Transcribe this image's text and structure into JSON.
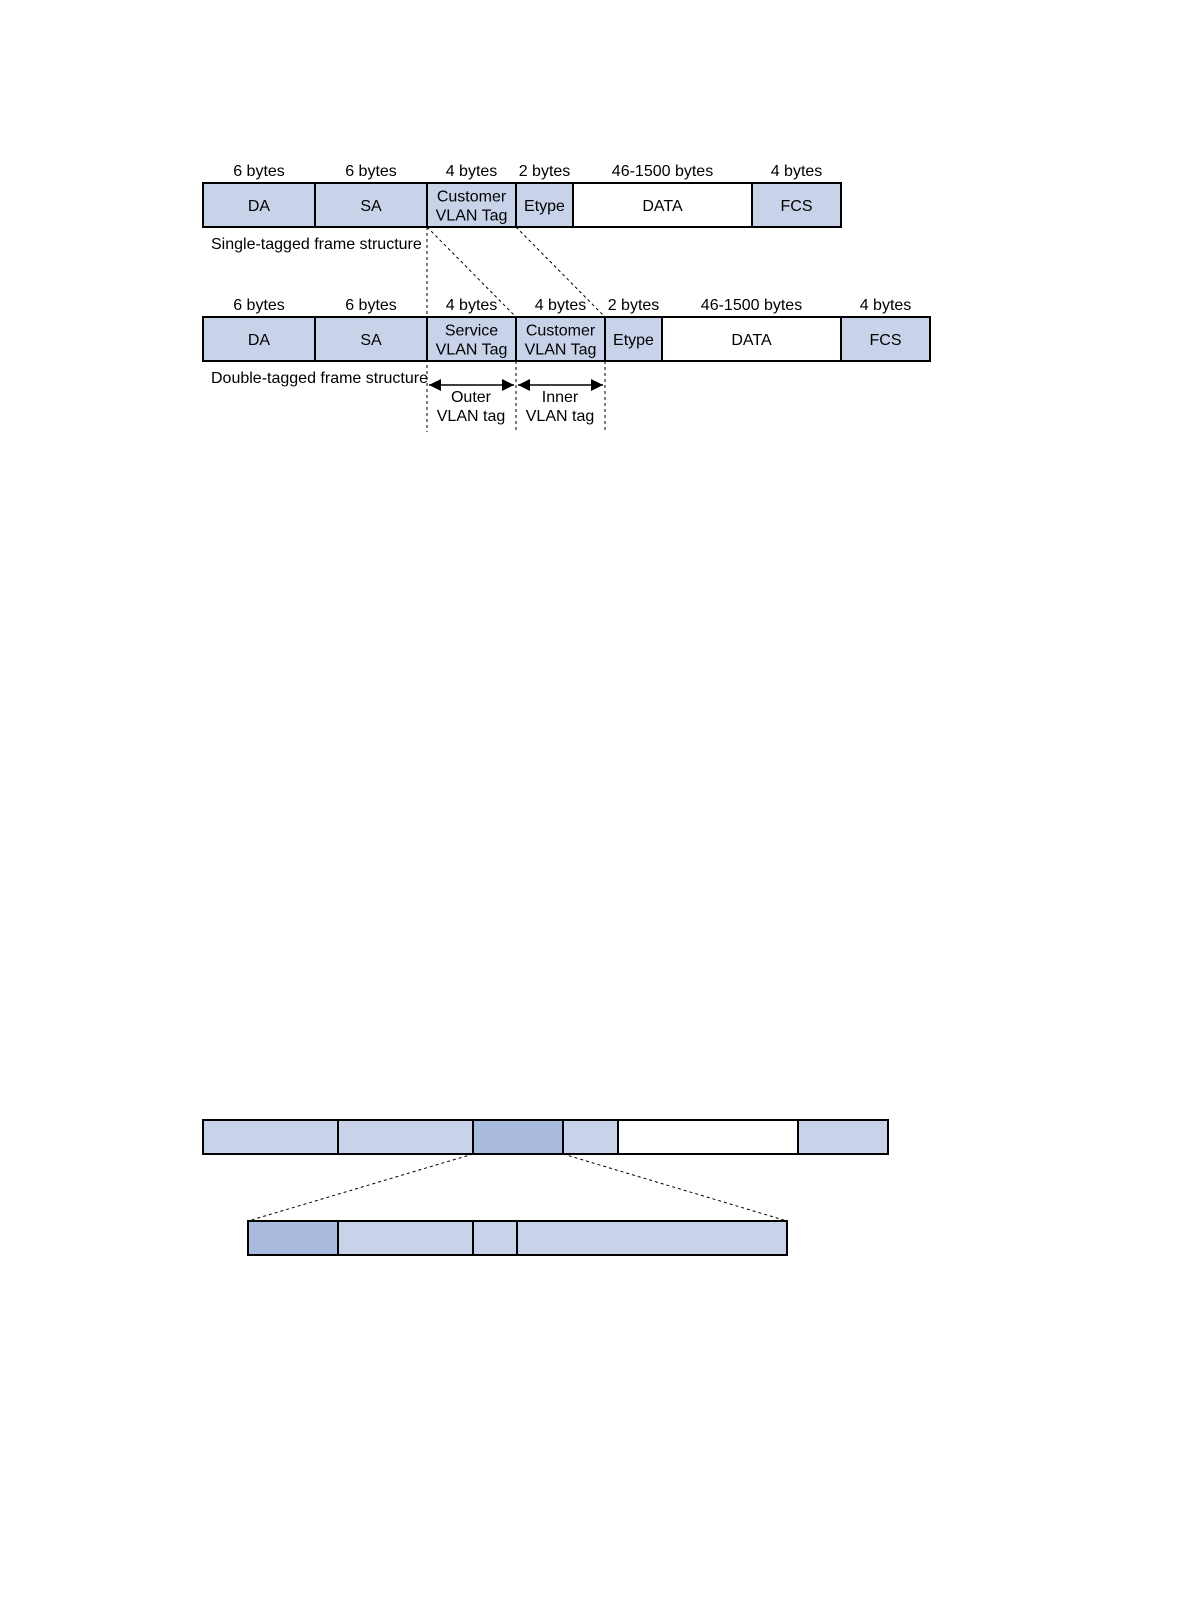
{
  "colors": {
    "field_fill": "#c8d3ea",
    "tag_fill": "#a9bbdf",
    "data_fill": "#ffffff",
    "border": "#000000"
  },
  "single_tagged": {
    "caption": "Single-tagged frame structure",
    "fields": [
      {
        "size": "6 bytes",
        "label": [
          "DA"
        ]
      },
      {
        "size": "6 bytes",
        "label": [
          "SA"
        ]
      },
      {
        "size": "4 bytes",
        "label": [
          "Customer",
          "VLAN Tag"
        ]
      },
      {
        "size": "2 bytes",
        "label": [
          "Etype"
        ]
      },
      {
        "size": "46-1500 bytes",
        "label": [
          "DATA"
        ]
      },
      {
        "size": "4 bytes",
        "label": [
          "FCS"
        ]
      }
    ]
  },
  "double_tagged": {
    "caption": "Double-tagged frame structure",
    "fields": [
      {
        "size": "6 bytes",
        "label": [
          "DA"
        ]
      },
      {
        "size": "6 bytes",
        "label": [
          "SA"
        ]
      },
      {
        "size": "4 bytes",
        "label": [
          "Service",
          "VLAN Tag"
        ]
      },
      {
        "size": "4 bytes",
        "label": [
          "Customer",
          "VLAN Tag"
        ]
      },
      {
        "size": "2 bytes",
        "label": [
          "Etype"
        ]
      },
      {
        "size": "46-1500 bytes",
        "label": [
          "DATA"
        ]
      },
      {
        "size": "4 bytes",
        "label": [
          "FCS"
        ]
      }
    ],
    "outer_tag_label": [
      "Outer",
      "VLAN tag"
    ],
    "inner_tag_label": [
      "Inner",
      "VLAN tag"
    ]
  }
}
